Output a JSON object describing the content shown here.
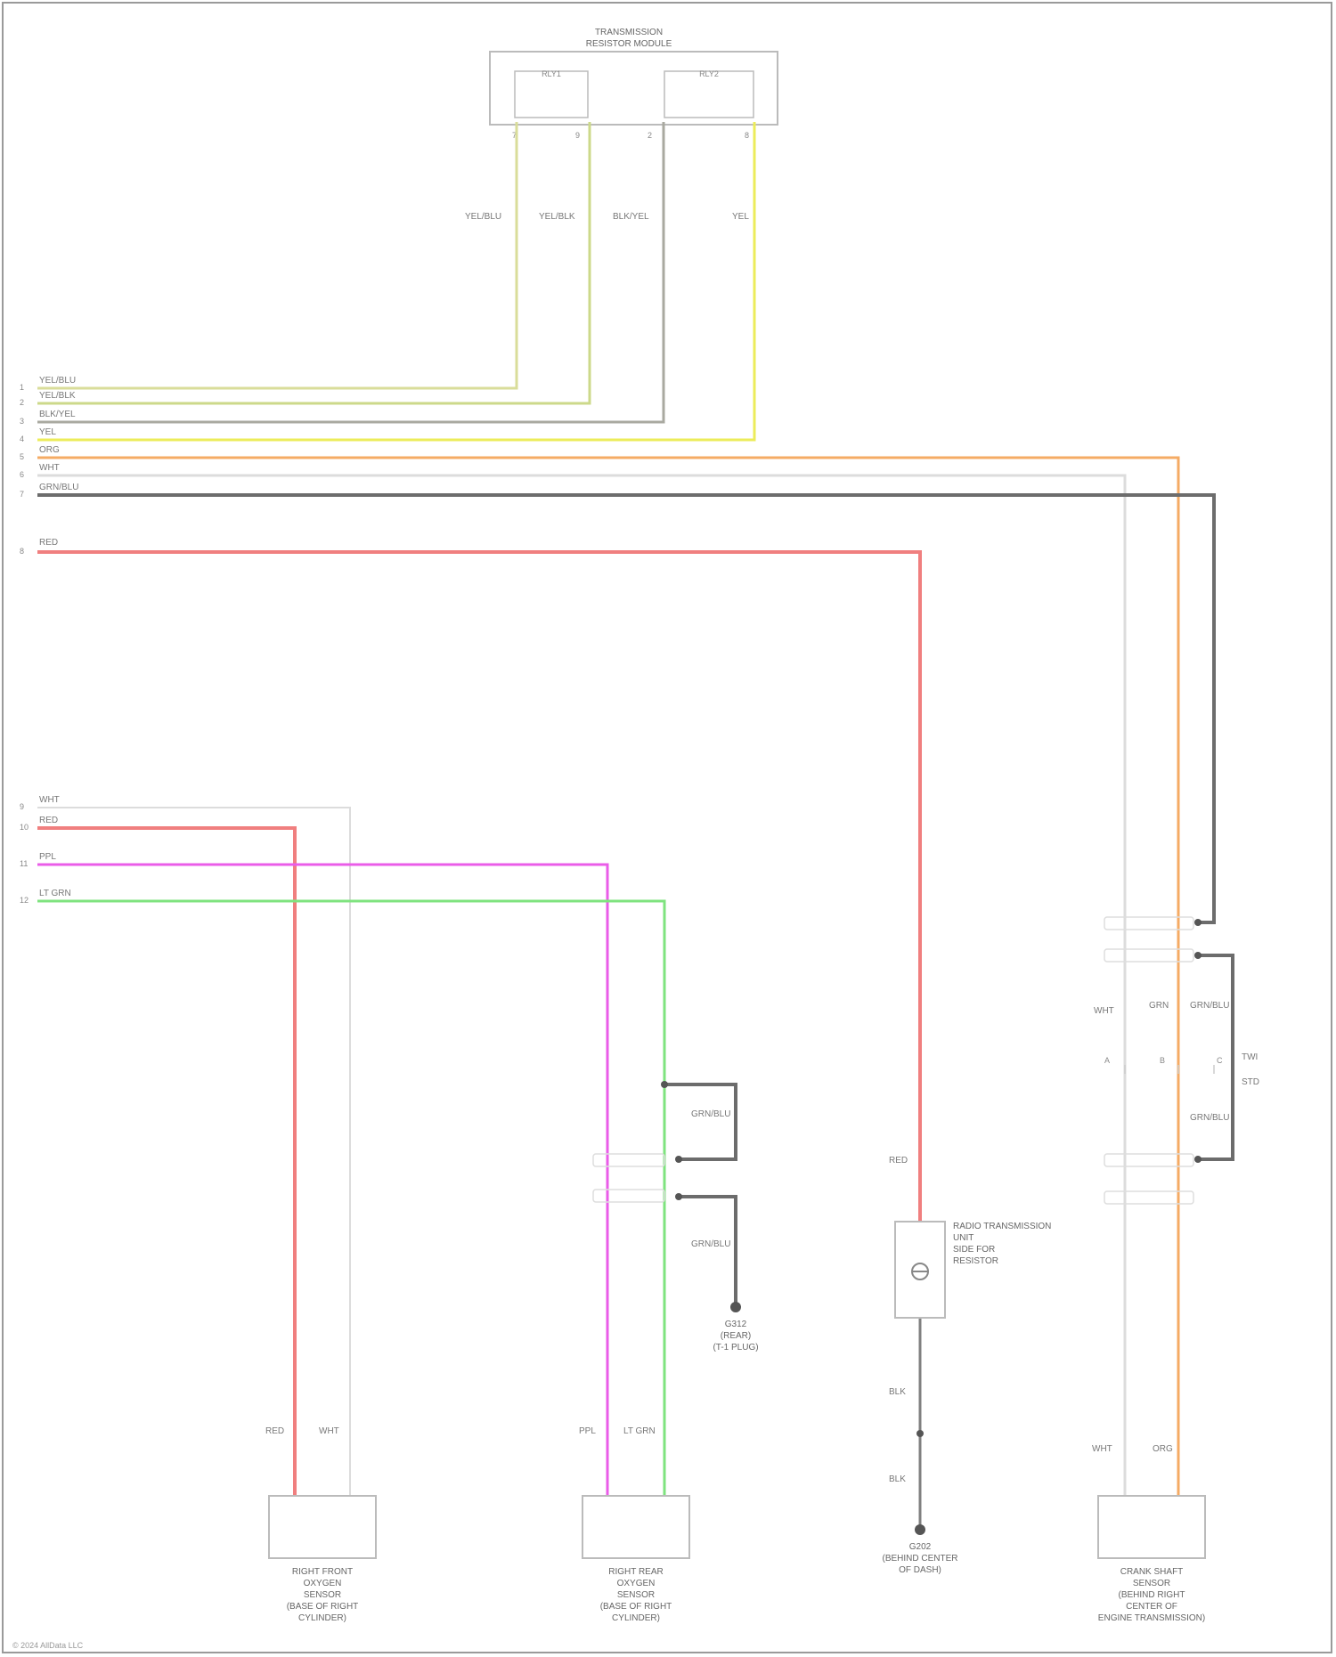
{
  "footer": {
    "watermark": "© 2024 AllData LLC"
  },
  "module": {
    "title_line1": "TRANSMISSION",
    "title_line2": "RESISTOR MODULE",
    "relay_left": "RLY1",
    "relay_right": "RLY2",
    "pins": [
      "7",
      "9",
      "2",
      "8"
    ]
  },
  "vertical_labels": [
    "YEL/BLU",
    "YEL/BLK",
    "BLK/YEL",
    "YEL"
  ],
  "harness": [
    {
      "num": "1",
      "label": "YEL/BLU"
    },
    {
      "num": "2",
      "label": "YEL/BLK"
    },
    {
      "num": "3",
      "label": "BLK/YEL"
    },
    {
      "num": "4",
      "label": "YEL"
    },
    {
      "num": "5",
      "label": "ORG"
    },
    {
      "num": "6",
      "label": "WHT"
    },
    {
      "num": "7",
      "label": "GRN/BLU"
    },
    {
      "num": "8",
      "label": "RED"
    },
    {
      "num": "9",
      "label": "WHT"
    },
    {
      "num": "10",
      "label": "RED"
    },
    {
      "num": "11",
      "label": "PPL"
    },
    {
      "num": "12",
      "label": "LT GRN"
    }
  ],
  "labels": {
    "left_red_wht_red": "RED",
    "left_red_wht_wht": "WHT",
    "mid_ppl": "PPL",
    "mid_ltgrn": "LT GRN",
    "shield_top": "GRN/BLU",
    "shield_bottom": "GRN/BLU",
    "red_vertical": "RED",
    "blk_1": "BLK",
    "blk_2": "BLK",
    "right_wht": "WHT",
    "right_org": "ORG",
    "right_a_wht": "WHT",
    "right_a_grn": "GRN",
    "right_a_grnblu": "GRN/BLU",
    "right_pin_a": "A",
    "right_pin_b": "B",
    "right_pin_c": "C",
    "right_grnblu_lower": "GRN/BLU",
    "right_side_1": "TWI",
    "right_side_2": "STD"
  },
  "components": {
    "ground_mid": [
      "G312",
      "(REAR)",
      "(T-1 PLUG)"
    ],
    "fuse": [
      "RADIO TRANSMISSION",
      "UNIT",
      "SIDE FOR",
      "RESISTOR"
    ],
    "ground_right": [
      "G202",
      "(BEHIND CENTER",
      "OF DASH)"
    ],
    "sensor_1": [
      "RIGHT FRONT",
      "OXYGEN",
      "SENSOR",
      "(BASE OF RIGHT",
      "CYLINDER)"
    ],
    "sensor_2": [
      "RIGHT REAR",
      "OXYGEN",
      "SENSOR",
      "(BASE OF RIGHT",
      "CYLINDER)"
    ],
    "sensor_3": [
      "CRANK SHAFT",
      "SENSOR",
      "(BEHIND RIGHT",
      "CENTER OF",
      "ENGINE TRANSMISSION)"
    ]
  },
  "colors": {
    "yel_blu": "#d9dd9a",
    "yel_blk": "#ccd98a",
    "blk_yel": "#a9a9a0",
    "yel": "#ecec5a",
    "org": "#f5ab64",
    "wht": "#dcdcdc",
    "grn_blu": "#6c6c6c",
    "red": "#f07f7f",
    "ppl": "#ea5ce8",
    "lt_grn": "#7fe37f",
    "blk": "#808080"
  }
}
